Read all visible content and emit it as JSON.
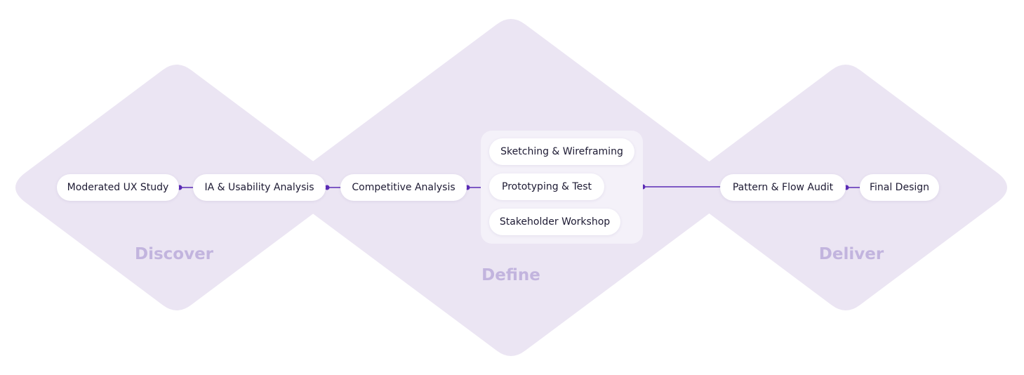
{
  "phases": [
    {
      "id": "discover",
      "label": "Discover"
    },
    {
      "id": "define",
      "label": "Define"
    },
    {
      "id": "deliver",
      "label": "Deliver"
    }
  ],
  "steps": {
    "moderated_ux_study": "Moderated UX Study",
    "ia_usability_analysis": "IA & Usability Analysis",
    "competitive_analysis": "Competitive Analysis",
    "sketching_wireframing": "Sketching & Wireframing",
    "prototyping_test": "Prototyping & Test",
    "stakeholder_workshop": "Stakeholder Workshop",
    "pattern_flow_audit": "Pattern & Flow Audit",
    "final_design": "Final Design"
  },
  "colors": {
    "diamond_fill": "#ebe5f3",
    "group_fill": "#f4f1f9",
    "connector": "#5b2bb5",
    "phase_label": "#c2b4de",
    "node_text": "#1d1a33"
  }
}
